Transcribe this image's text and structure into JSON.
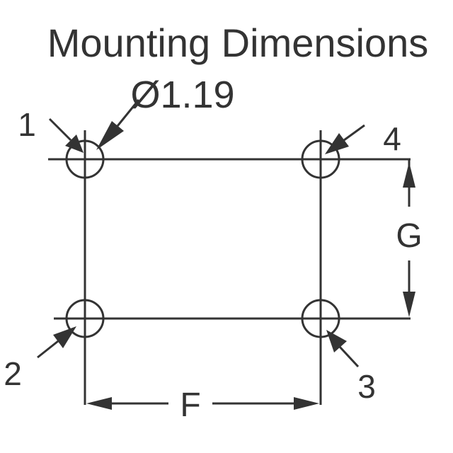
{
  "title": "Mounting Dimensions",
  "hole_diameter_label": "Ø1.19",
  "pins": {
    "pin1": "1",
    "pin2": "2",
    "pin3": "3",
    "pin4": "4"
  },
  "dimensions": {
    "horizontal": "F",
    "vertical": "G"
  },
  "colors": {
    "ink": "#333333",
    "background": "#ffffff"
  }
}
